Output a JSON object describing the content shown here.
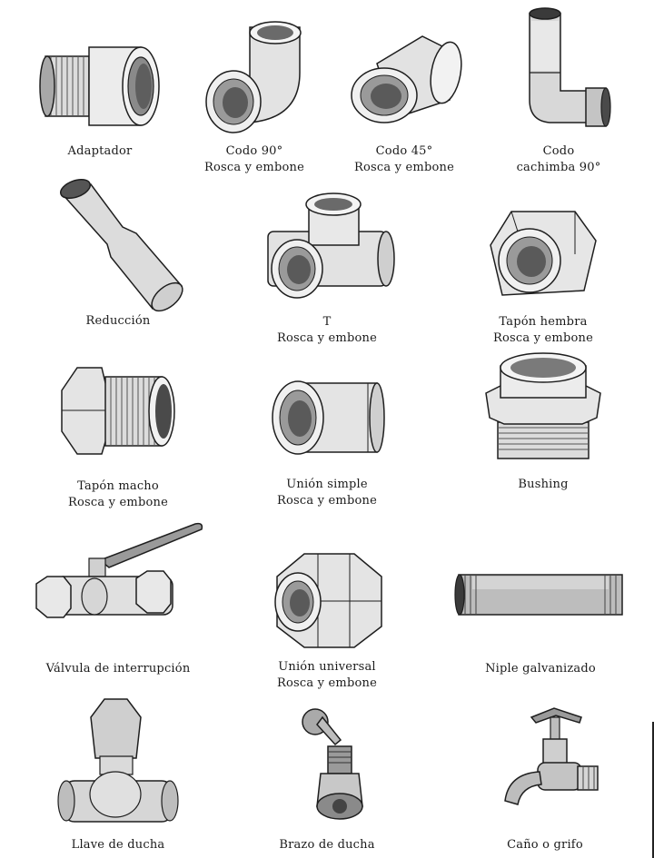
{
  "fittings": [
    {
      "id": "adaptador",
      "lines": [
        "Adaptador"
      ]
    },
    {
      "id": "codo-90",
      "lines": [
        "Codo 90°",
        "Rosca y embone"
      ]
    },
    {
      "id": "codo-45",
      "lines": [
        "Codo 45°",
        "Rosca y embone"
      ]
    },
    {
      "id": "codo-cachimba",
      "lines": [
        "Codo",
        "cachimba 90°"
      ]
    },
    {
      "id": "reduccion",
      "lines": [
        "Reducción"
      ]
    },
    {
      "id": "t",
      "lines": [
        "T",
        "Rosca y embone"
      ]
    },
    {
      "id": "tapon-hembra",
      "lines": [
        "Tapón hembra",
        "Rosca y embone"
      ]
    },
    {
      "id": "tapon-macho",
      "lines": [
        "Tapón macho",
        "Rosca y embone"
      ]
    },
    {
      "id": "union-simple",
      "lines": [
        "Unión simple",
        "Rosca y embone"
      ]
    },
    {
      "id": "bushing",
      "lines": [
        "Bushing"
      ]
    },
    {
      "id": "valvula",
      "lines": [
        "Válvula de interrupción"
      ]
    },
    {
      "id": "union-universal",
      "lines": [
        "Unión universal",
        "Rosca y embone"
      ]
    },
    {
      "id": "niple",
      "lines": [
        "Niple galvanizado"
      ]
    },
    {
      "id": "llave-ducha",
      "lines": [
        "Llave de ducha"
      ]
    },
    {
      "id": "brazo-ducha",
      "lines": [
        "Brazo de ducha"
      ]
    },
    {
      "id": "cano-grifo",
      "lines": [
        "Caño o grifo"
      ]
    }
  ],
  "colors": {
    "outline": "#1e1e1e",
    "fill_light": "#e6e6e6",
    "fill_mid": "#bdbdbd",
    "fill_dark": "#7a7a7a"
  }
}
